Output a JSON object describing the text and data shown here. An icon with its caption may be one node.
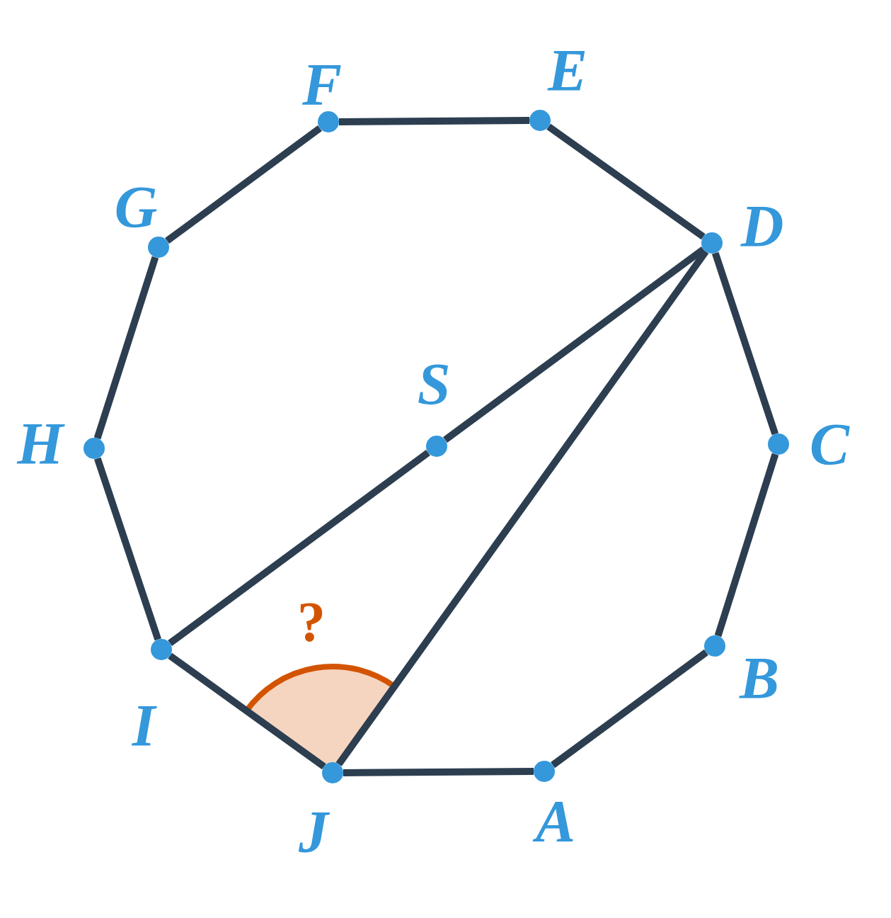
{
  "diagram": {
    "nodes": [
      {
        "text": [],
        "shape": "circle",
        "beside": [
          "A"
        ]
      },
      {
        "text": [],
        "shape": "circle",
        "beside": [
          "B"
        ]
      },
      {
        "text": [],
        "shape": "circle",
        "beside": [
          "C"
        ]
      },
      {
        "text": [],
        "shape": "circle",
        "beside": [
          "D"
        ]
      },
      {
        "text": [],
        "shape": "circle",
        "beside": [
          "E"
        ]
      },
      {
        "text": [],
        "shape": "circle",
        "beside": [
          "F"
        ]
      },
      {
        "text": [],
        "shape": "circle",
        "beside": [
          "G"
        ]
      },
      {
        "text": [],
        "shape": "circle",
        "beside": [
          "H"
        ]
      },
      {
        "text": [],
        "shape": "circle",
        "beside": [
          "I"
        ]
      },
      {
        "text": [],
        "shape": "circle",
        "beside": [
          "J"
        ]
      },
      {
        "text": [],
        "shape": "circle",
        "beside": [
          "S"
        ]
      }
    ],
    "edges": [
      {
        "from": 0,
        "to": 1,
        "arrow": "none"
      },
      {
        "from": 1,
        "to": 2,
        "arrow": "none"
      },
      {
        "from": 2,
        "to": 3,
        "arrow": "none"
      },
      {
        "from": 3,
        "to": 4,
        "arrow": "none"
      },
      {
        "from": 4,
        "to": 5,
        "arrow": "none"
      },
      {
        "from": 5,
        "to": 6,
        "arrow": "none"
      },
      {
        "from": 6,
        "to": 7,
        "arrow": "none"
      },
      {
        "from": 7,
        "to": 8,
        "arrow": "none"
      },
      {
        "from": 8,
        "to": 9,
        "arrow": "none"
      },
      {
        "from": 9,
        "to": 0,
        "arrow": "none"
      },
      {
        "from": 3,
        "to": 10,
        "arrow": "none"
      },
      {
        "from": 10,
        "to": 8,
        "arrow": "none"
      },
      {
        "from": 3,
        "to": 9,
        "arrow": "none"
      }
    ],
    "labels": [
      "?"
    ]
  }
}
